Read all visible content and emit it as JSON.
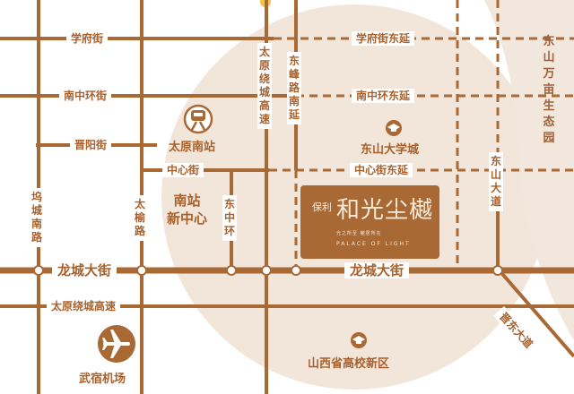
{
  "colors": {
    "road": "#a86935",
    "label_text": "#a8612c",
    "district_circle": "#f2e6da",
    "mountain": "#f1e7dc",
    "badge_bg": "#a86935",
    "badge_text": "#f6e9d7",
    "node_fill": "#ffffff"
  },
  "roads": {
    "xuefu": "学府街",
    "xuefu_east": "学府街东延",
    "nanzhonghuan": "南中环街",
    "nanzhonghuan_east": "南中环东延",
    "jinyang": "晋阳街",
    "zhongxin": "中心街",
    "zhongxin_east": "中心街东延",
    "longcheng_west": "龙城大街",
    "longcheng_east": "龙城大街",
    "taiyuan_ring_south": "太原绕城高速",
    "taiyuan_ring_north": "太原绕城高速",
    "dongfeng": "东峰路南延",
    "wucheng": "坞城南路",
    "taiyu": "太榆路",
    "dongzhonghuan": "东中环",
    "dongshan_avenue": "东山大道",
    "jingdong_avenue": "晋东大道"
  },
  "places": {
    "south_station": "太原南站",
    "south_station_center": "南站\n新中心",
    "dongshan_university_city": "东山大学城",
    "shanxi_college_district": "山西省高校新区",
    "wusu_airport": "武宿机场",
    "dongshan_ecopark": "东山万亩生态园"
  },
  "project": {
    "brand": "保利",
    "name": "和光尘樾",
    "tagline": "光之所至  樾居所在",
    "english": "PALACE OF LIGHT"
  },
  "icons": {
    "rail": "railway-station-icon",
    "cap1": "graduation-cap-icon",
    "cap2": "graduation-cap-icon",
    "plane": "airplane-icon"
  }
}
